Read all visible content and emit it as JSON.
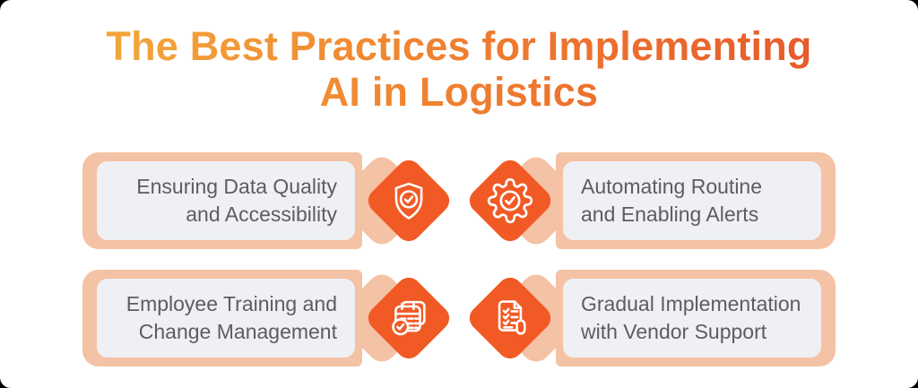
{
  "title": {
    "line1": "The Best Practices for Implementing",
    "line2": "AI in Logistics"
  },
  "colors": {
    "orange": "#F15A25",
    "peach": "#F4C2A4",
    "card_bg": "#EFF0F4",
    "text_gray": "#5C5D61",
    "title_grad_start": "#F3AC3C",
    "title_grad_mid": "#EE7A2F",
    "title_grad_end": "#E5512B",
    "icon_stroke": "#FFFFFF",
    "canvas_bg": "#FFFFFF",
    "outer_bg": "#000000"
  },
  "items": [
    {
      "icon": "shield-check-icon",
      "line1": "Ensuring Data Quality",
      "line2": "and Accessibility"
    },
    {
      "icon": "gear-check-icon",
      "line1": "Automating Routine",
      "line2": "and Enabling Alerts"
    },
    {
      "icon": "calendar-check-icon",
      "line1": "Employee Training and",
      "line2": "Change Management"
    },
    {
      "icon": "document-checklist-icon",
      "line1": "Gradual Implementation",
      "line2": "with Vendor Support"
    }
  ]
}
